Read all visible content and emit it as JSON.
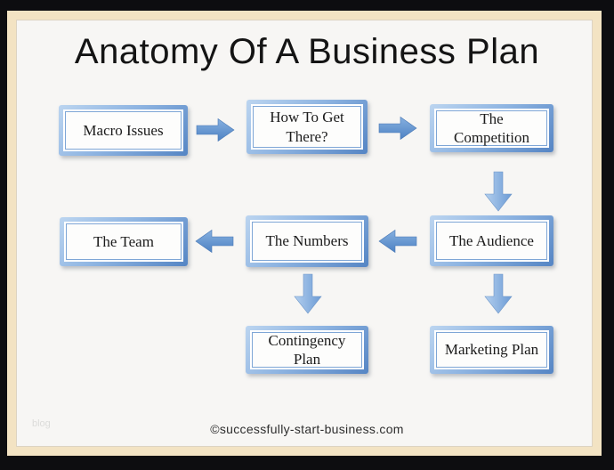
{
  "title": "Anatomy Of A Business Plan",
  "watermark": "blog",
  "footer": {
    "credit": "©successfully-start-business.com"
  },
  "colors": {
    "frame_outer": "#0d0d10",
    "frame_mat": "#f3e3c3",
    "slide_background": "#f7f6f4",
    "box_frame_light": "#bcd5f0",
    "box_frame_dark": "#5585c4",
    "box_inner_background": "#fdfdfc",
    "arrow_horizontal_top": "#86b0e0",
    "arrow_horizontal_bottom": "#4e82c3",
    "arrow_vertical_light": "#b3cfee",
    "arrow_vertical_dark": "#6c9bd5",
    "text": "#1b1b1b"
  },
  "nodes": [
    {
      "id": "macro-issues",
      "label": "Macro Issues"
    },
    {
      "id": "how-to-get-there",
      "label": "How To Get There?"
    },
    {
      "id": "the-competition",
      "label": "The Competition"
    },
    {
      "id": "the-team",
      "label": "The Team"
    },
    {
      "id": "the-numbers",
      "label": "The Numbers"
    },
    {
      "id": "the-audience",
      "label": "The Audience"
    },
    {
      "id": "contingency-plan",
      "label": "Contingency Plan"
    },
    {
      "id": "marketing-plan",
      "label": "Marketing Plan"
    }
  ],
  "arrows": [
    {
      "from": "macro-issues",
      "to": "how-to-get-there",
      "direction": "right"
    },
    {
      "from": "how-to-get-there",
      "to": "the-competition",
      "direction": "right"
    },
    {
      "from": "the-competition",
      "to": "the-audience",
      "direction": "down"
    },
    {
      "from": "the-audience",
      "to": "the-numbers",
      "direction": "left"
    },
    {
      "from": "the-numbers",
      "to": "the-team",
      "direction": "left"
    },
    {
      "from": "the-numbers",
      "to": "contingency-plan",
      "direction": "down"
    },
    {
      "from": "the-audience",
      "to": "marketing-plan",
      "direction": "down"
    }
  ]
}
